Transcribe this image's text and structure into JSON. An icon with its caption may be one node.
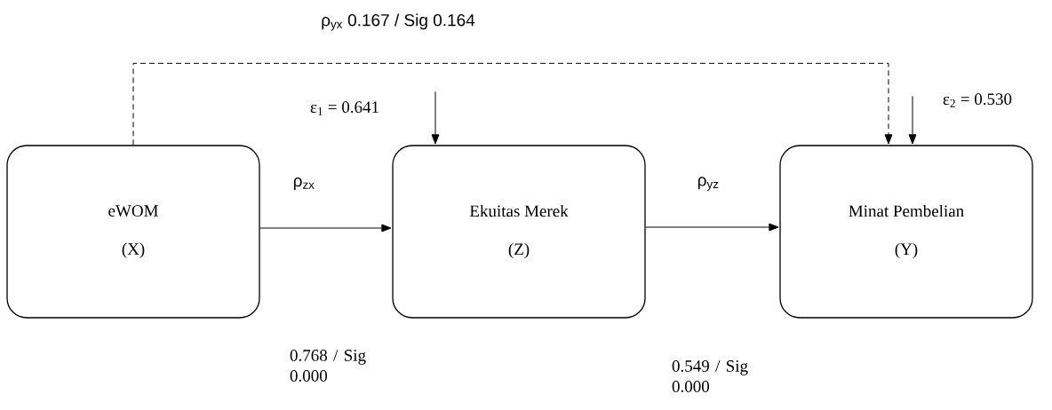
{
  "diagram": {
    "nodes": [
      {
        "text": [
          "eWOM",
          "(X)"
        ]
      },
      {
        "text": [
          "Ekuitas Merek",
          "(Z)"
        ]
      },
      {
        "text": [
          "Minat Pembelian",
          "(Y)"
        ]
      }
    ],
    "edges": [
      {
        "from": 0,
        "to": 1,
        "arrow": "to",
        "label": "ρ$_{zx}$"
      },
      {
        "from": 1,
        "to": 2,
        "arrow": "to",
        "label": "ρ$_{yz}$"
      },
      {
        "from": 0,
        "to": 2,
        "arrow": "to",
        "style": "dashed",
        "label": "ρ$_{yx}$ 0.167 / Sig 0.164"
      },
      {
        "from": null,
        "to": 1,
        "arrow": "to",
        "label": "ε$_{1}$ = 0.641"
      },
      {
        "from": null,
        "to": 2,
        "arrow": "to",
        "label": "ε$_{2}$ = 0.530"
      }
    ],
    "labels": [
      "0.768 / Sig 0.000",
      "0.549 / Sig 0.000"
    ]
  }
}
